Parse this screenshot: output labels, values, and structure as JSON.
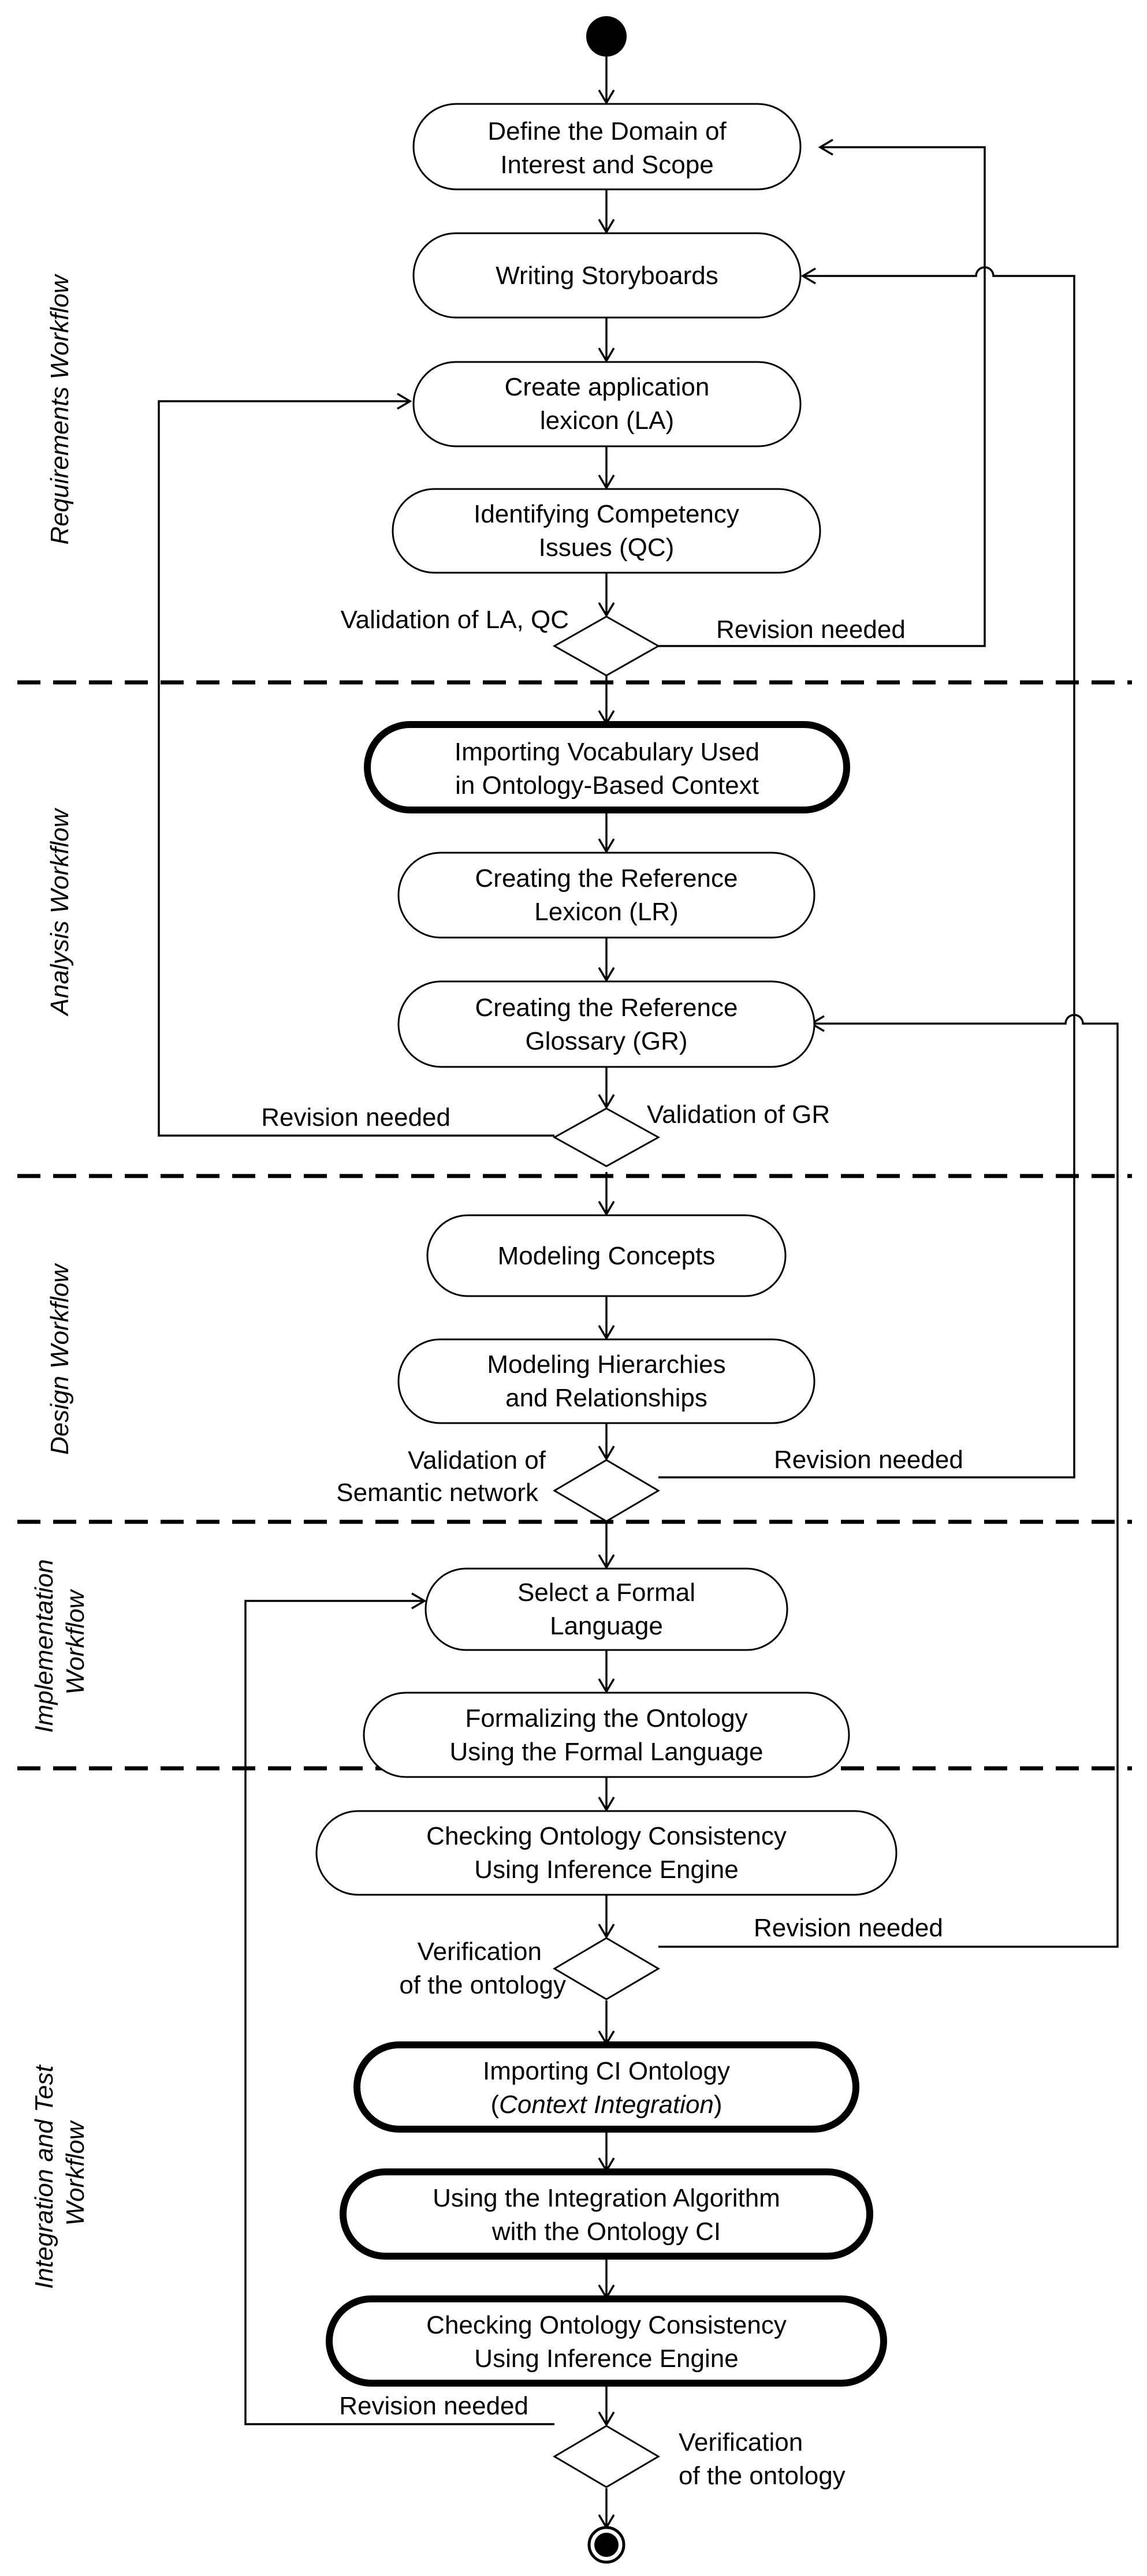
{
  "lanes": [
    {
      "id": "requirements",
      "label": "Requirements Workflow"
    },
    {
      "id": "analysis",
      "label": "Analysis Workflow"
    },
    {
      "id": "design",
      "label": "Design Workflow"
    },
    {
      "id": "implementation",
      "label": [
        "Implementation",
        "Workflow"
      ]
    },
    {
      "id": "integration",
      "label": [
        "Integration and Test",
        "Workflow"
      ]
    }
  ],
  "activities": [
    {
      "id": "define",
      "lines": [
        "Define the Domain of",
        "Interest and Scope"
      ],
      "emphasis": false
    },
    {
      "id": "storyboards",
      "lines": [
        "Writing Storyboards"
      ],
      "emphasis": false
    },
    {
      "id": "create_la",
      "lines": [
        "Create application",
        "lexicon (LA)"
      ],
      "emphasis": false
    },
    {
      "id": "competency",
      "lines": [
        "Identifying Competency",
        "Issues (QC)"
      ],
      "emphasis": false
    },
    {
      "id": "import_vocab",
      "lines": [
        "Importing Vocabulary Used",
        "in Ontology-Based Context"
      ],
      "emphasis": true
    },
    {
      "id": "ref_lexicon",
      "lines": [
        "Creating the Reference",
        "Lexicon (LR)"
      ],
      "emphasis": false
    },
    {
      "id": "ref_glossary",
      "lines": [
        "Creating the Reference",
        "Glossary (GR)"
      ],
      "emphasis": false
    },
    {
      "id": "concepts",
      "lines": [
        "Modeling Concepts"
      ],
      "emphasis": false
    },
    {
      "id": "hierarchies",
      "lines": [
        "Modeling Hierarchies",
        "and Relationships"
      ],
      "emphasis": false
    },
    {
      "id": "formal_lang",
      "lines": [
        "Select a Formal",
        "Language"
      ],
      "emphasis": false
    },
    {
      "id": "formalize",
      "lines": [
        "Formalizing the Ontology",
        "Using the Formal Language"
      ],
      "emphasis": false
    },
    {
      "id": "consistency1",
      "lines": [
        "Checking Ontology Consistency",
        "Using Inference Engine"
      ],
      "emphasis": false
    },
    {
      "id": "import_ci",
      "lines": [
        "Importing CI Ontology",
        "(Context Integration)"
      ],
      "emphasis": true
    },
    {
      "id": "integration_alg",
      "lines": [
        "Using the Integration Algorithm",
        "with the Ontology CI"
      ],
      "emphasis": true
    },
    {
      "id": "consistency2",
      "lines": [
        "Checking Ontology Consistency",
        "Using Inference Engine"
      ],
      "emphasis": true
    }
  ],
  "decisions": [
    {
      "id": "d1",
      "label": [
        "Validation of LA, QC"
      ],
      "branch": "Revision needed"
    },
    {
      "id": "d2",
      "label": [
        "Validation of GR"
      ],
      "branch": "Revision needed"
    },
    {
      "id": "d3",
      "label": [
        "Validation of",
        "Semantic network"
      ],
      "branch": "Revision needed"
    },
    {
      "id": "d4",
      "label": [
        "Verification",
        "of the ontology"
      ],
      "branch": "Revision needed"
    },
    {
      "id": "d5",
      "label": [
        "Verification",
        "of the ontology"
      ],
      "branch": "Revision needed"
    }
  ]
}
